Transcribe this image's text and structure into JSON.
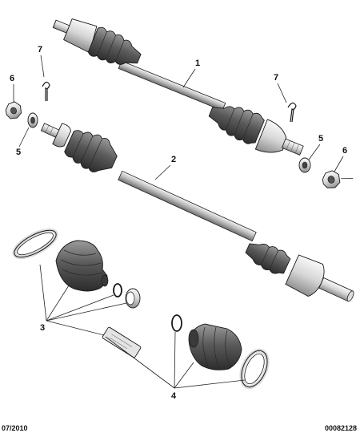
{
  "callouts": {
    "c1": "1",
    "c2": "2",
    "c3": "3",
    "c4": "4",
    "c5_left": "5",
    "c6_left": "6",
    "c7_left": "7",
    "c5_right": "5",
    "c6_right": "6",
    "c7_right": "7"
  },
  "footer": {
    "date": "07/2010",
    "reference": "00082128"
  },
  "colors": {
    "metal_light": "#f0f0f0",
    "metal_mid": "#c8c8c8",
    "boot_dark": "#4a4a4a",
    "boot_mid": "#7a7a7a",
    "outline": "#1a1a1a",
    "leader": "#222222"
  }
}
